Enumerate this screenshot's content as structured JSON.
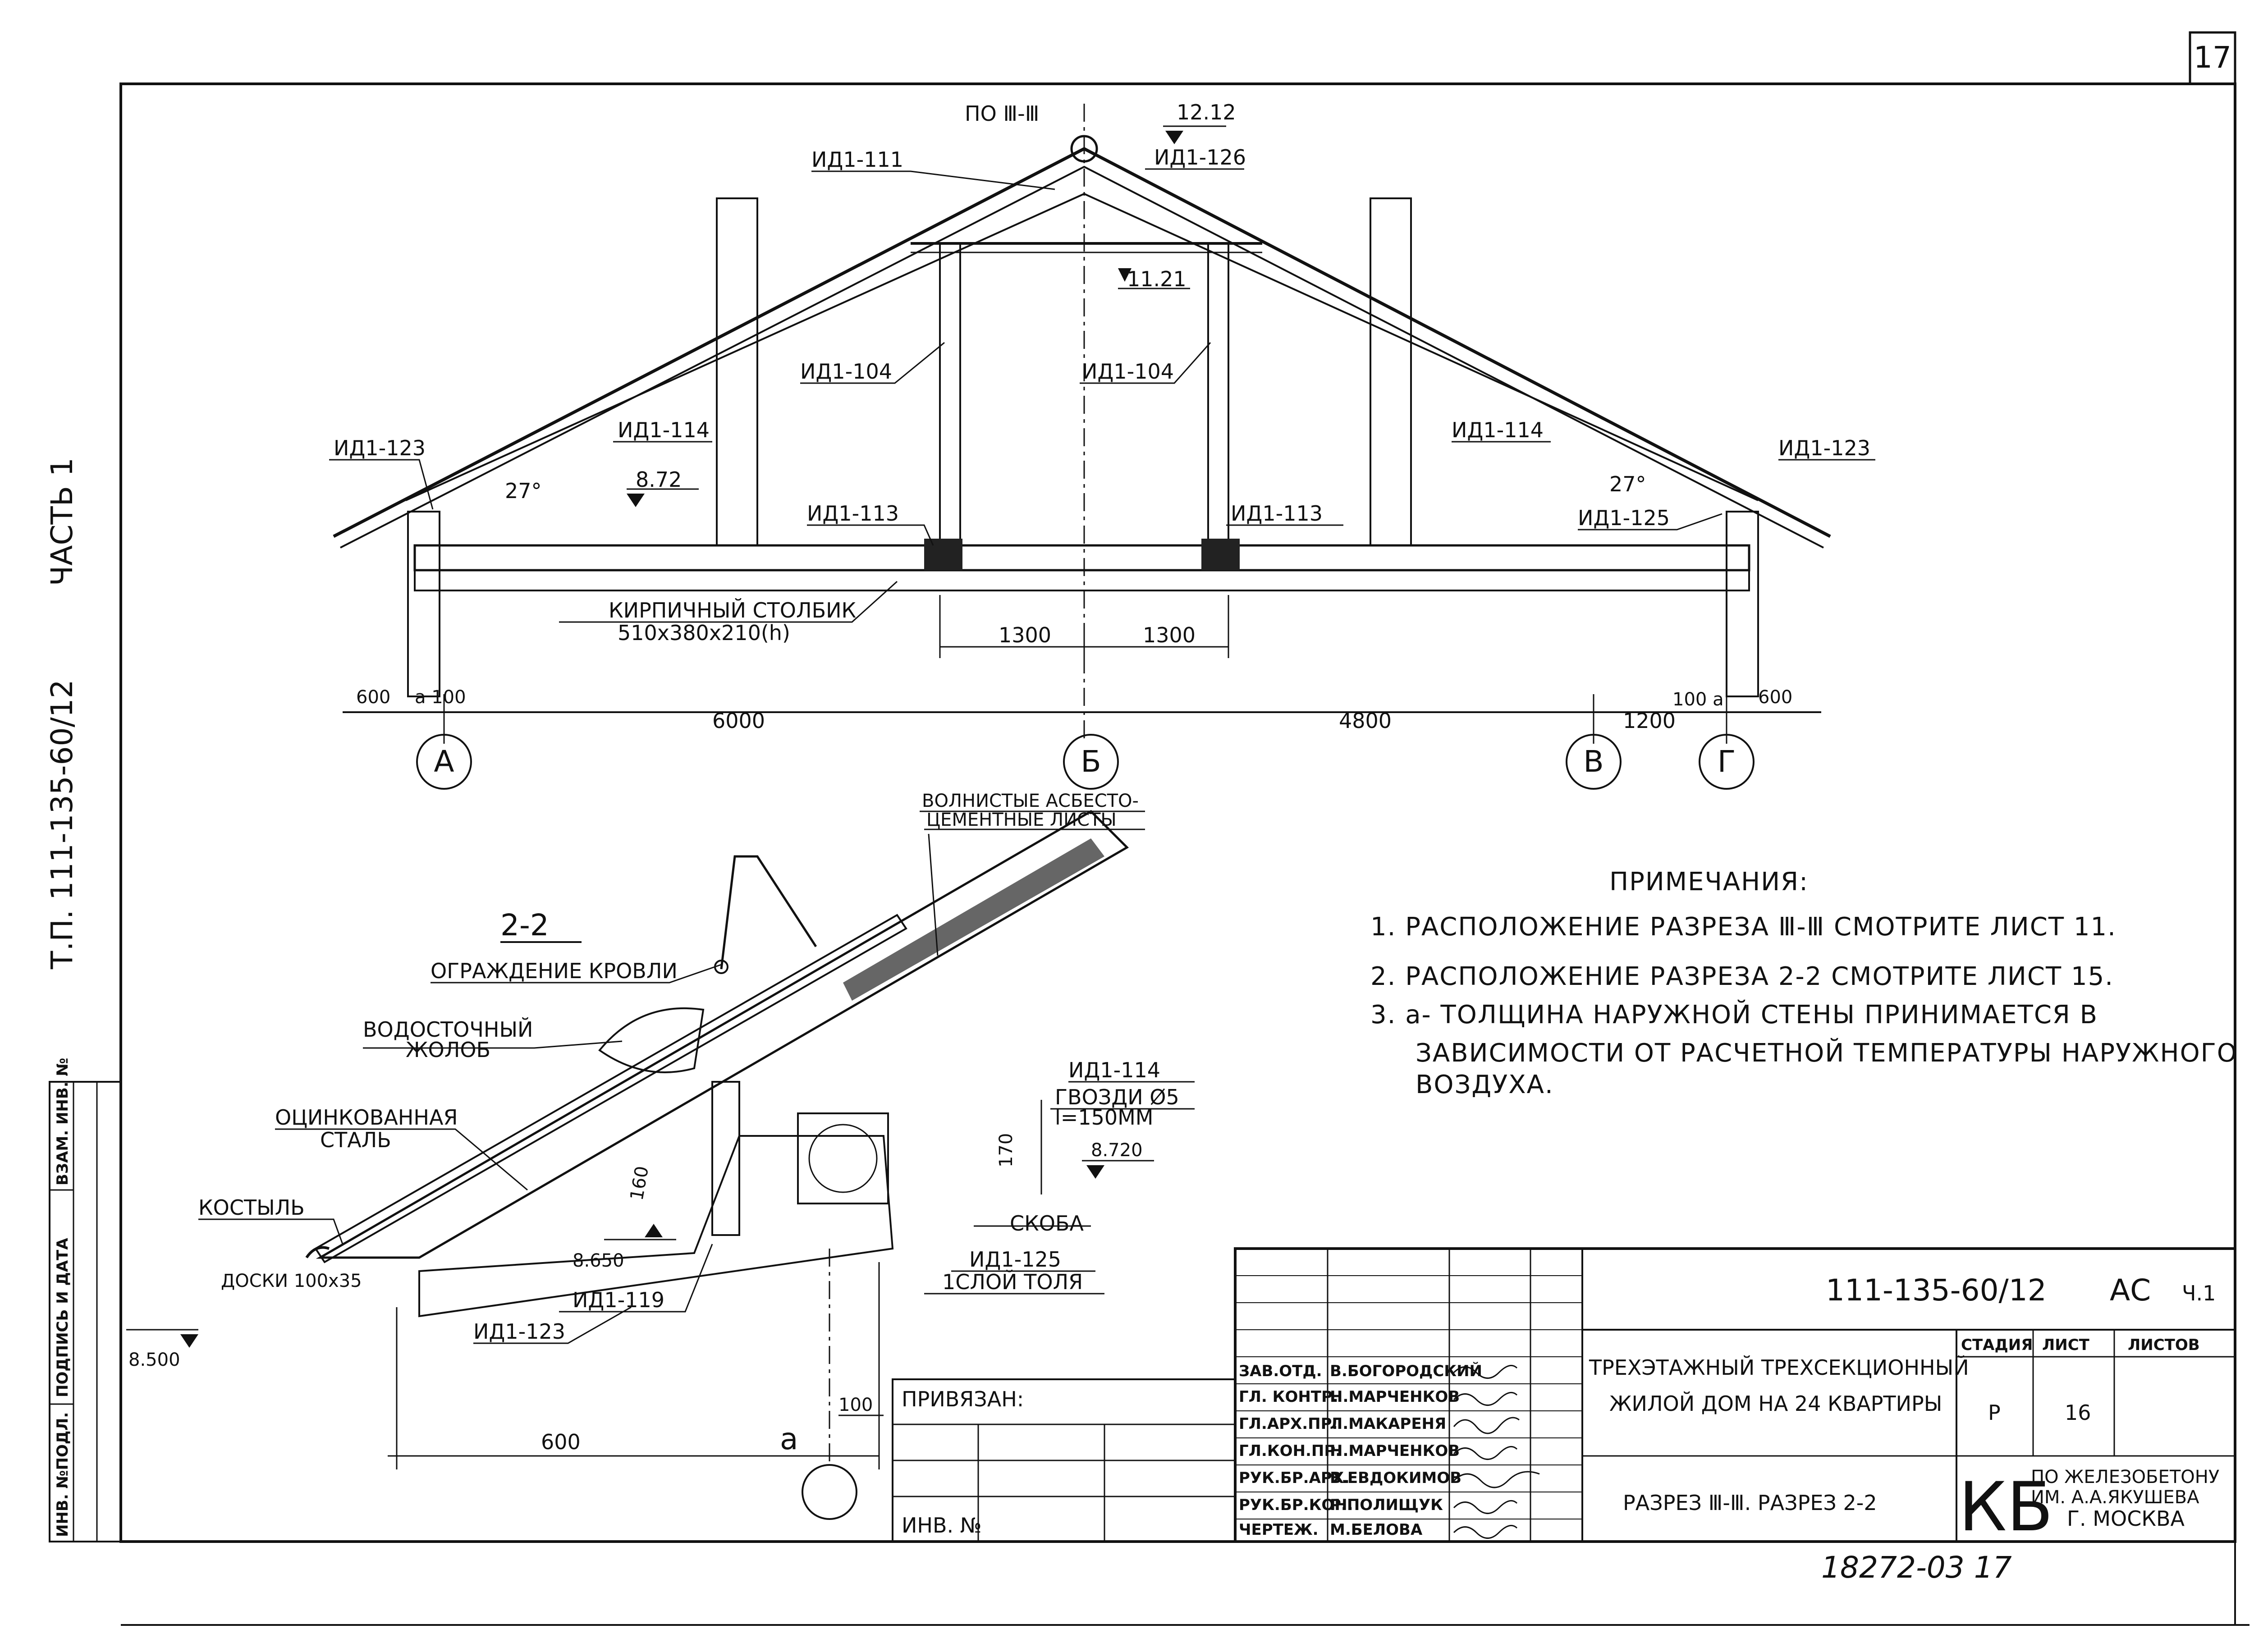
{
  "sheet": {
    "number": "17",
    "side_label": "Т.П. 111-135-60/12",
    "part": "ЧАСТЬ 1"
  },
  "section3": {
    "cut_label": "ПО Ⅲ-Ⅲ",
    "elev_ridge": "12.12",
    "elev_mid": "11.21",
    "elev_eave": "8.72",
    "angle_left": "27°",
    "angle_right": "27°",
    "labels": {
      "ia111": "ИД1-111",
      "ia126": "ИД1-126",
      "ia104a": "ИД1-104",
      "ia104b": "ИД1-104",
      "ia114a": "ИД1-114",
      "ia114b": "ИД1-114",
      "ia123a": "ИД1-123",
      "ia123b": "ИД1-123",
      "ia113a": "ИД1-113",
      "ia113b": "ИД1-113",
      "ia125": "ИД1-125",
      "brick1": "КИРПИЧНЫЙ СТОЛБИК",
      "brick2": "510х380х210(h)"
    },
    "dims": {
      "d1300a": "1300",
      "d1300b": "1300",
      "d600a": "600",
      "da100a": "a 100",
      "d6000": "6000",
      "d4800": "4800",
      "d1200": "1200",
      "d100a": "100 a",
      "d600b": "600"
    },
    "axes": [
      "А",
      "Б",
      "В",
      "Г"
    ]
  },
  "section22": {
    "title": "2-2",
    "labels": {
      "sheets1": "ВОЛНИСТЫЕ АСБЕСТО-",
      "sheets2": "ЦЕМЕНТНЫЕ ЛИСТЫ",
      "guard": "ОГРАЖДЕНИЕ КРОВЛИ",
      "gutter1": "ВОДОСТОЧНЫЙ",
      "gutter2": "ЖОЛОБ",
      "steel1": "ОЦИНКОВАННАЯ",
      "steel2": "СТАЛЬ",
      "kostyl": "КОСТЫЛЬ",
      "boards": "ДОСКИ 100х35",
      "ia114": "ИД1-114",
      "nails1": "ГВОЗДИ Ø5",
      "nails2": "l=150ММ",
      "skoba": "СКОБА",
      "ia125": "ИД1-125",
      "tol": "1СЛОЙ ТОЛЯ",
      "ia119": "ИД1-119",
      "ia123": "ИД1-123"
    },
    "dims": {
      "d160": "160",
      "d170": "170",
      "d600": "600",
      "d100": "100",
      "da": "a"
    },
    "elevs": {
      "e8720": "8.720",
      "e8650": "8.650",
      "e8500": "8.500"
    }
  },
  "notes": {
    "title": "ПРИМЕЧАНИЯ:",
    "items": [
      "1. РАСПОЛОЖЕНИЕ РАЗРЕЗА Ⅲ-Ⅲ СМОТРИТЕ ЛИСТ 11.",
      "2. РАСПОЛОЖЕНИЕ РАЗРЕЗА 2-2 СМОТРИТЕ ЛИСТ 15.",
      "3. a- ТОЛЩИНА НАРУЖНОЙ СТЕНЫ ПРИНИМАЕТСЯ В",
      "ЗАВИСИМОСТИ ОТ РАСЧЕТНОЙ ТЕМПЕРАТУРЫ НАРУЖНОГО",
      "ВОЗДУХА."
    ]
  },
  "stamp_left": {
    "columns": [
      "ИНВ. №ПОДЛ.",
      "ПОДПИСЬ И ДАТА",
      "ВЗАМ. ИНВ. №"
    ]
  },
  "privyazan": {
    "label": "ПРИВЯЗАН:",
    "inv": "ИНВ. №"
  },
  "title_block": {
    "code": "111-135-60/12",
    "mark": "АС",
    "part": "Ч.1",
    "roles": [
      {
        "role": "ЗАВ.ОТД.",
        "name": "В.БОГОРОДСКИЙ"
      },
      {
        "role": "ГЛ. КОНТР.",
        "name": "Н.МАРЧЕНКОВ"
      },
      {
        "role": "ГЛ.АРХ.ПР.",
        "name": "Л.МАКАРЕНЯ"
      },
      {
        "role": "ГЛ.КОН.ПР.",
        "name": "Н.МАРЧЕНКОВ"
      },
      {
        "role": "РУК.БР.АРХ.",
        "name": "В.ЕВДОКИМОВ"
      },
      {
        "role": "РУК.БР.КОН.",
        "name": "Р.ПОЛИЩУК"
      },
      {
        "role": "ЧЕРТЕЖ.",
        "name": "М.БЕЛОВА"
      }
    ],
    "project1": "ТРЕХЭТАЖНЫЙ ТРЕХСЕКЦИОННЫЙ",
    "project2": "ЖИЛОЙ ДОМ НА 24 КВАРТИРЫ",
    "sheet_title": "РАЗРЕЗ Ⅲ-Ⅲ. РАЗРЕЗ 2-2",
    "col_stage": "СТАДИЯ",
    "col_sheet": "ЛИСТ",
    "col_sheets": "ЛИСТОВ",
    "stage": "Р",
    "sheet": "16",
    "org_logo": "КБ",
    "org1": "ПО ЖЕЛЕЗОБЕТОНУ",
    "org2": "ИМ. А.А.ЯКУШЕВА",
    "org3": "Г. МОСКВА"
  },
  "archive": "18272-03 17"
}
